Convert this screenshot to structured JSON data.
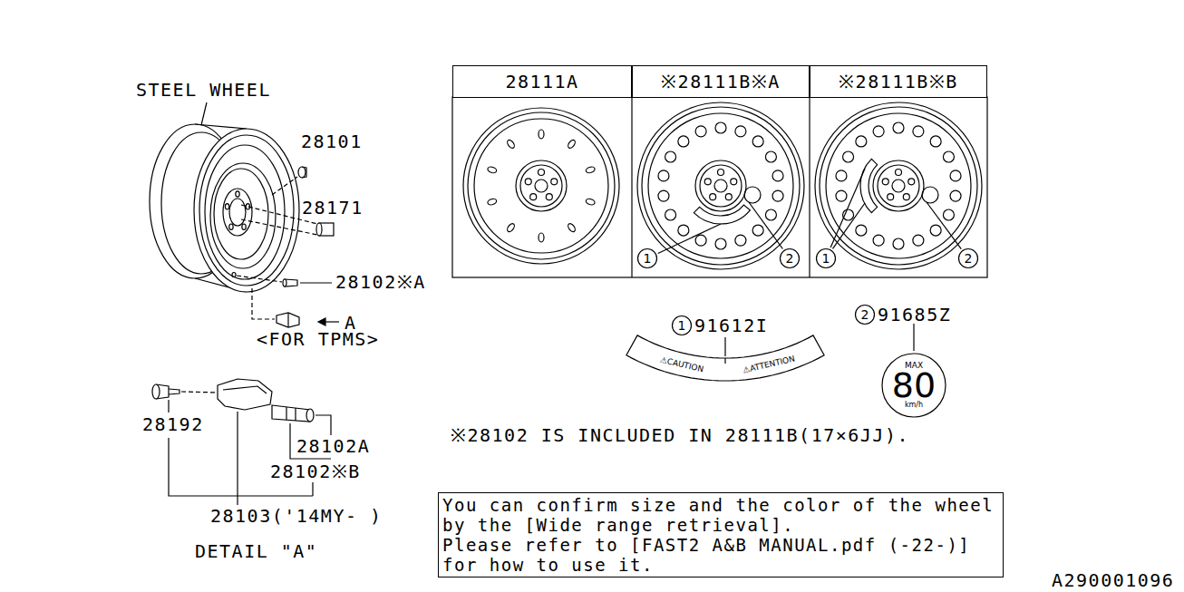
{
  "diagram": {
    "nodes": [
      {
        "text": [
          "28111A"
        ]
      },
      {
        "text": [
          "※28111B※A"
        ]
      },
      {
        "text": [
          "※28111B※B"
        ]
      },
      {
        "text": [
          "1"
        ]
      },
      {
        "text": [
          "2"
        ]
      },
      {
        "text": [
          "1"
        ]
      },
      {
        "text": [
          "2"
        ]
      },
      {
        "text": [
          "1"
        ]
      },
      {
        "text": [
          "⚠CAUTION",
          "⚠ATTENTION"
        ]
      },
      {
        "text": [
          "2"
        ]
      },
      {
        "text": [
          "MAX",
          "80",
          "km/h"
        ]
      },
      {
        "text": [
          "You can confirm size and the color of the wheel by the [Wide range retrieval].",
          "Please refer to [FAST2 A&B MANUAL.pdf (-22-)] for how to use it."
        ]
      }
    ],
    "labels": [
      "STEEL WHEEL",
      "28101",
      "28171",
      "28102※A",
      "A",
      "<FOR TPMS>",
      "28192",
      "28102A",
      "28102※B",
      "28103('14MY- )",
      "DETAIL \"A\"",
      "91612I",
      "91685Z",
      "※28102 IS INCLUDED IN 28111B(17×6JJ).",
      "A290001096"
    ]
  }
}
